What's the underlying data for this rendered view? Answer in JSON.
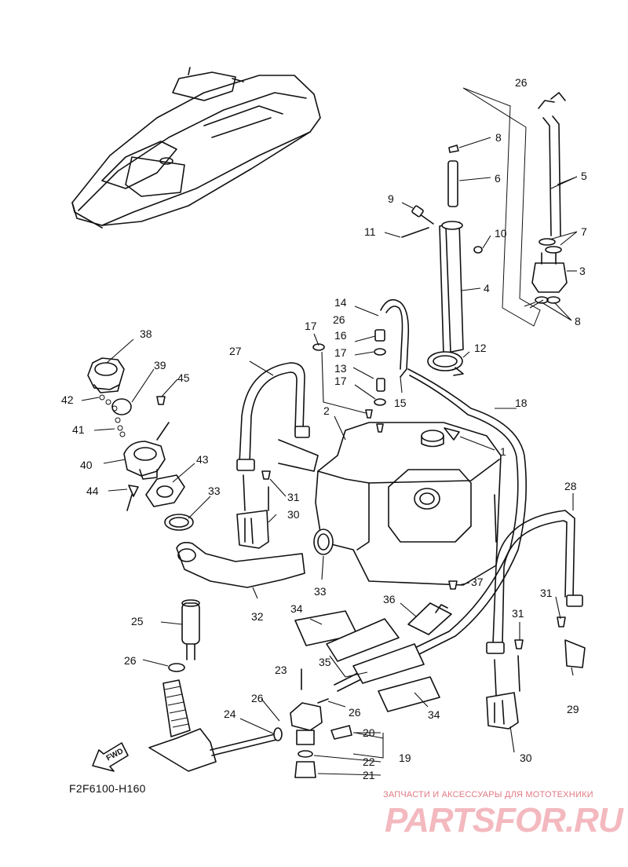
{
  "diagram": {
    "drawing_code": "F2F6100-H160",
    "fwd_label": "FWD",
    "watermark_caption": "ЗАПЧАСТИ И АКСЕССУАРЫ ДЛЯ МОТОТЕХНИКИ",
    "watermark_logo": "PARTSFOR.RU",
    "callouts": [
      {
        "id": "c1",
        "label": "1"
      },
      {
        "id": "c2",
        "label": "2"
      },
      {
        "id": "c3",
        "label": "3"
      },
      {
        "id": "c4",
        "label": "4"
      },
      {
        "id": "c5",
        "label": "5"
      },
      {
        "id": "c6",
        "label": "6"
      },
      {
        "id": "c7",
        "label": "7"
      },
      {
        "id": "c8a",
        "label": "8"
      },
      {
        "id": "c8b",
        "label": "8"
      },
      {
        "id": "c9",
        "label": "9"
      },
      {
        "id": "c10",
        "label": "10"
      },
      {
        "id": "c11",
        "label": "11"
      },
      {
        "id": "c12",
        "label": "12"
      },
      {
        "id": "c13",
        "label": "13"
      },
      {
        "id": "c14",
        "label": "14"
      },
      {
        "id": "c15",
        "label": "15"
      },
      {
        "id": "c16",
        "label": "16"
      },
      {
        "id": "c17a",
        "label": "17"
      },
      {
        "id": "c17b",
        "label": "17"
      },
      {
        "id": "c17c",
        "label": "17"
      },
      {
        "id": "c18",
        "label": "18"
      },
      {
        "id": "c19",
        "label": "19"
      },
      {
        "id": "c20",
        "label": "20"
      },
      {
        "id": "c21",
        "label": "21"
      },
      {
        "id": "c22",
        "label": "22"
      },
      {
        "id": "c23",
        "label": "23"
      },
      {
        "id": "c24",
        "label": "24"
      },
      {
        "id": "c25",
        "label": "25"
      },
      {
        "id": "c26a",
        "label": "26"
      },
      {
        "id": "c26b",
        "label": "26"
      },
      {
        "id": "c26c",
        "label": "26"
      },
      {
        "id": "c26d",
        "label": "26"
      },
      {
        "id": "c26e",
        "label": "26"
      },
      {
        "id": "c27",
        "label": "27"
      },
      {
        "id": "c28",
        "label": "28"
      },
      {
        "id": "c29",
        "label": "29"
      },
      {
        "id": "c30a",
        "label": "30"
      },
      {
        "id": "c30b",
        "label": "30"
      },
      {
        "id": "c31a",
        "label": "31"
      },
      {
        "id": "c31b",
        "label": "31"
      },
      {
        "id": "c31c",
        "label": "31"
      },
      {
        "id": "c32",
        "label": "32"
      },
      {
        "id": "c33a",
        "label": "33"
      },
      {
        "id": "c33b",
        "label": "33"
      },
      {
        "id": "c34a",
        "label": "34"
      },
      {
        "id": "c34b",
        "label": "34"
      },
      {
        "id": "c35",
        "label": "35"
      },
      {
        "id": "c36",
        "label": "36"
      },
      {
        "id": "c37",
        "label": "37"
      },
      {
        "id": "c38",
        "label": "38"
      },
      {
        "id": "c39",
        "label": "39"
      },
      {
        "id": "c40",
        "label": "40"
      },
      {
        "id": "c41",
        "label": "41"
      },
      {
        "id": "c42",
        "label": "42"
      },
      {
        "id": "c43",
        "label": "43"
      },
      {
        "id": "c44",
        "label": "44"
      },
      {
        "id": "c45",
        "label": "45"
      }
    ]
  }
}
